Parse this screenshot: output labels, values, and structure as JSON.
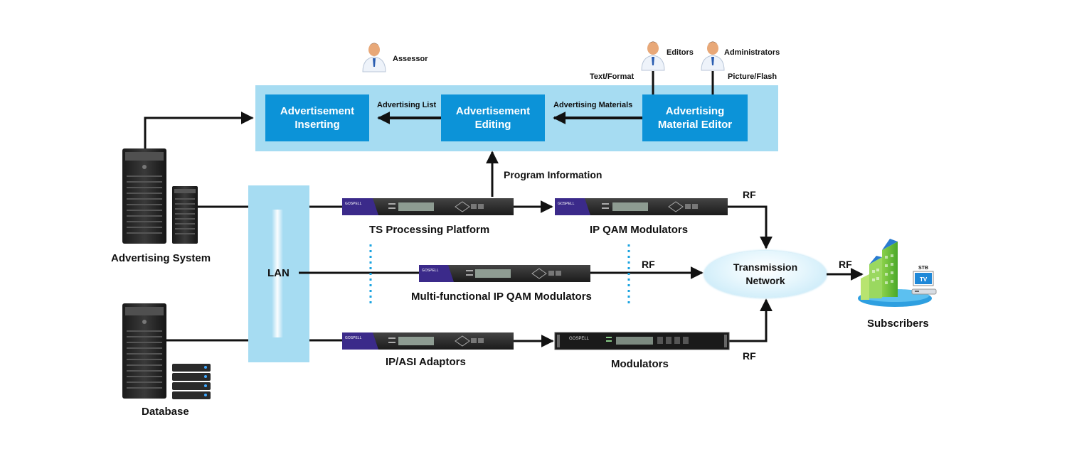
{
  "top_panel": {
    "insert_label": "Advertisement\nInserting",
    "editing_label": "Advertisement\nEditing",
    "editor_label": "Advertising\nMaterial Editor",
    "advertising_list": "Advertising List",
    "advertising_materials": "Advertising Materials"
  },
  "people": {
    "assessor": "Assessor",
    "editors": "Editors",
    "administrators": "Administrators",
    "text_format": "Text/Format",
    "picture_flash": "Picture/Flash"
  },
  "labels": {
    "program_information": "Program Information",
    "advertising_system": "Advertising System",
    "database": "Database",
    "lan": "LAN",
    "ts_processing_platform": "TS Processing Platform",
    "ip_qam_modulators": "IP QAM Modulators",
    "multi_functional": "Multi-functional IP QAM Modulators",
    "ip_asi_adaptors": "IP/ASI Adaptors",
    "modulators": "Modulators",
    "transmission_network": "Transmission\nNetwork",
    "subscribers": "Subscribers",
    "rf_1": "RF",
    "rf_2": "RF",
    "rf_3": "RF",
    "rf_4": "RF",
    "stb": "STB",
    "tv": "TV",
    "brand": "GOSPELL"
  },
  "colors": {
    "box_blue": "#0c93d8",
    "panel_blue": "#a6dcf2",
    "device_dark": "#2b2b2b",
    "device_purple": "#3b2a8a"
  }
}
